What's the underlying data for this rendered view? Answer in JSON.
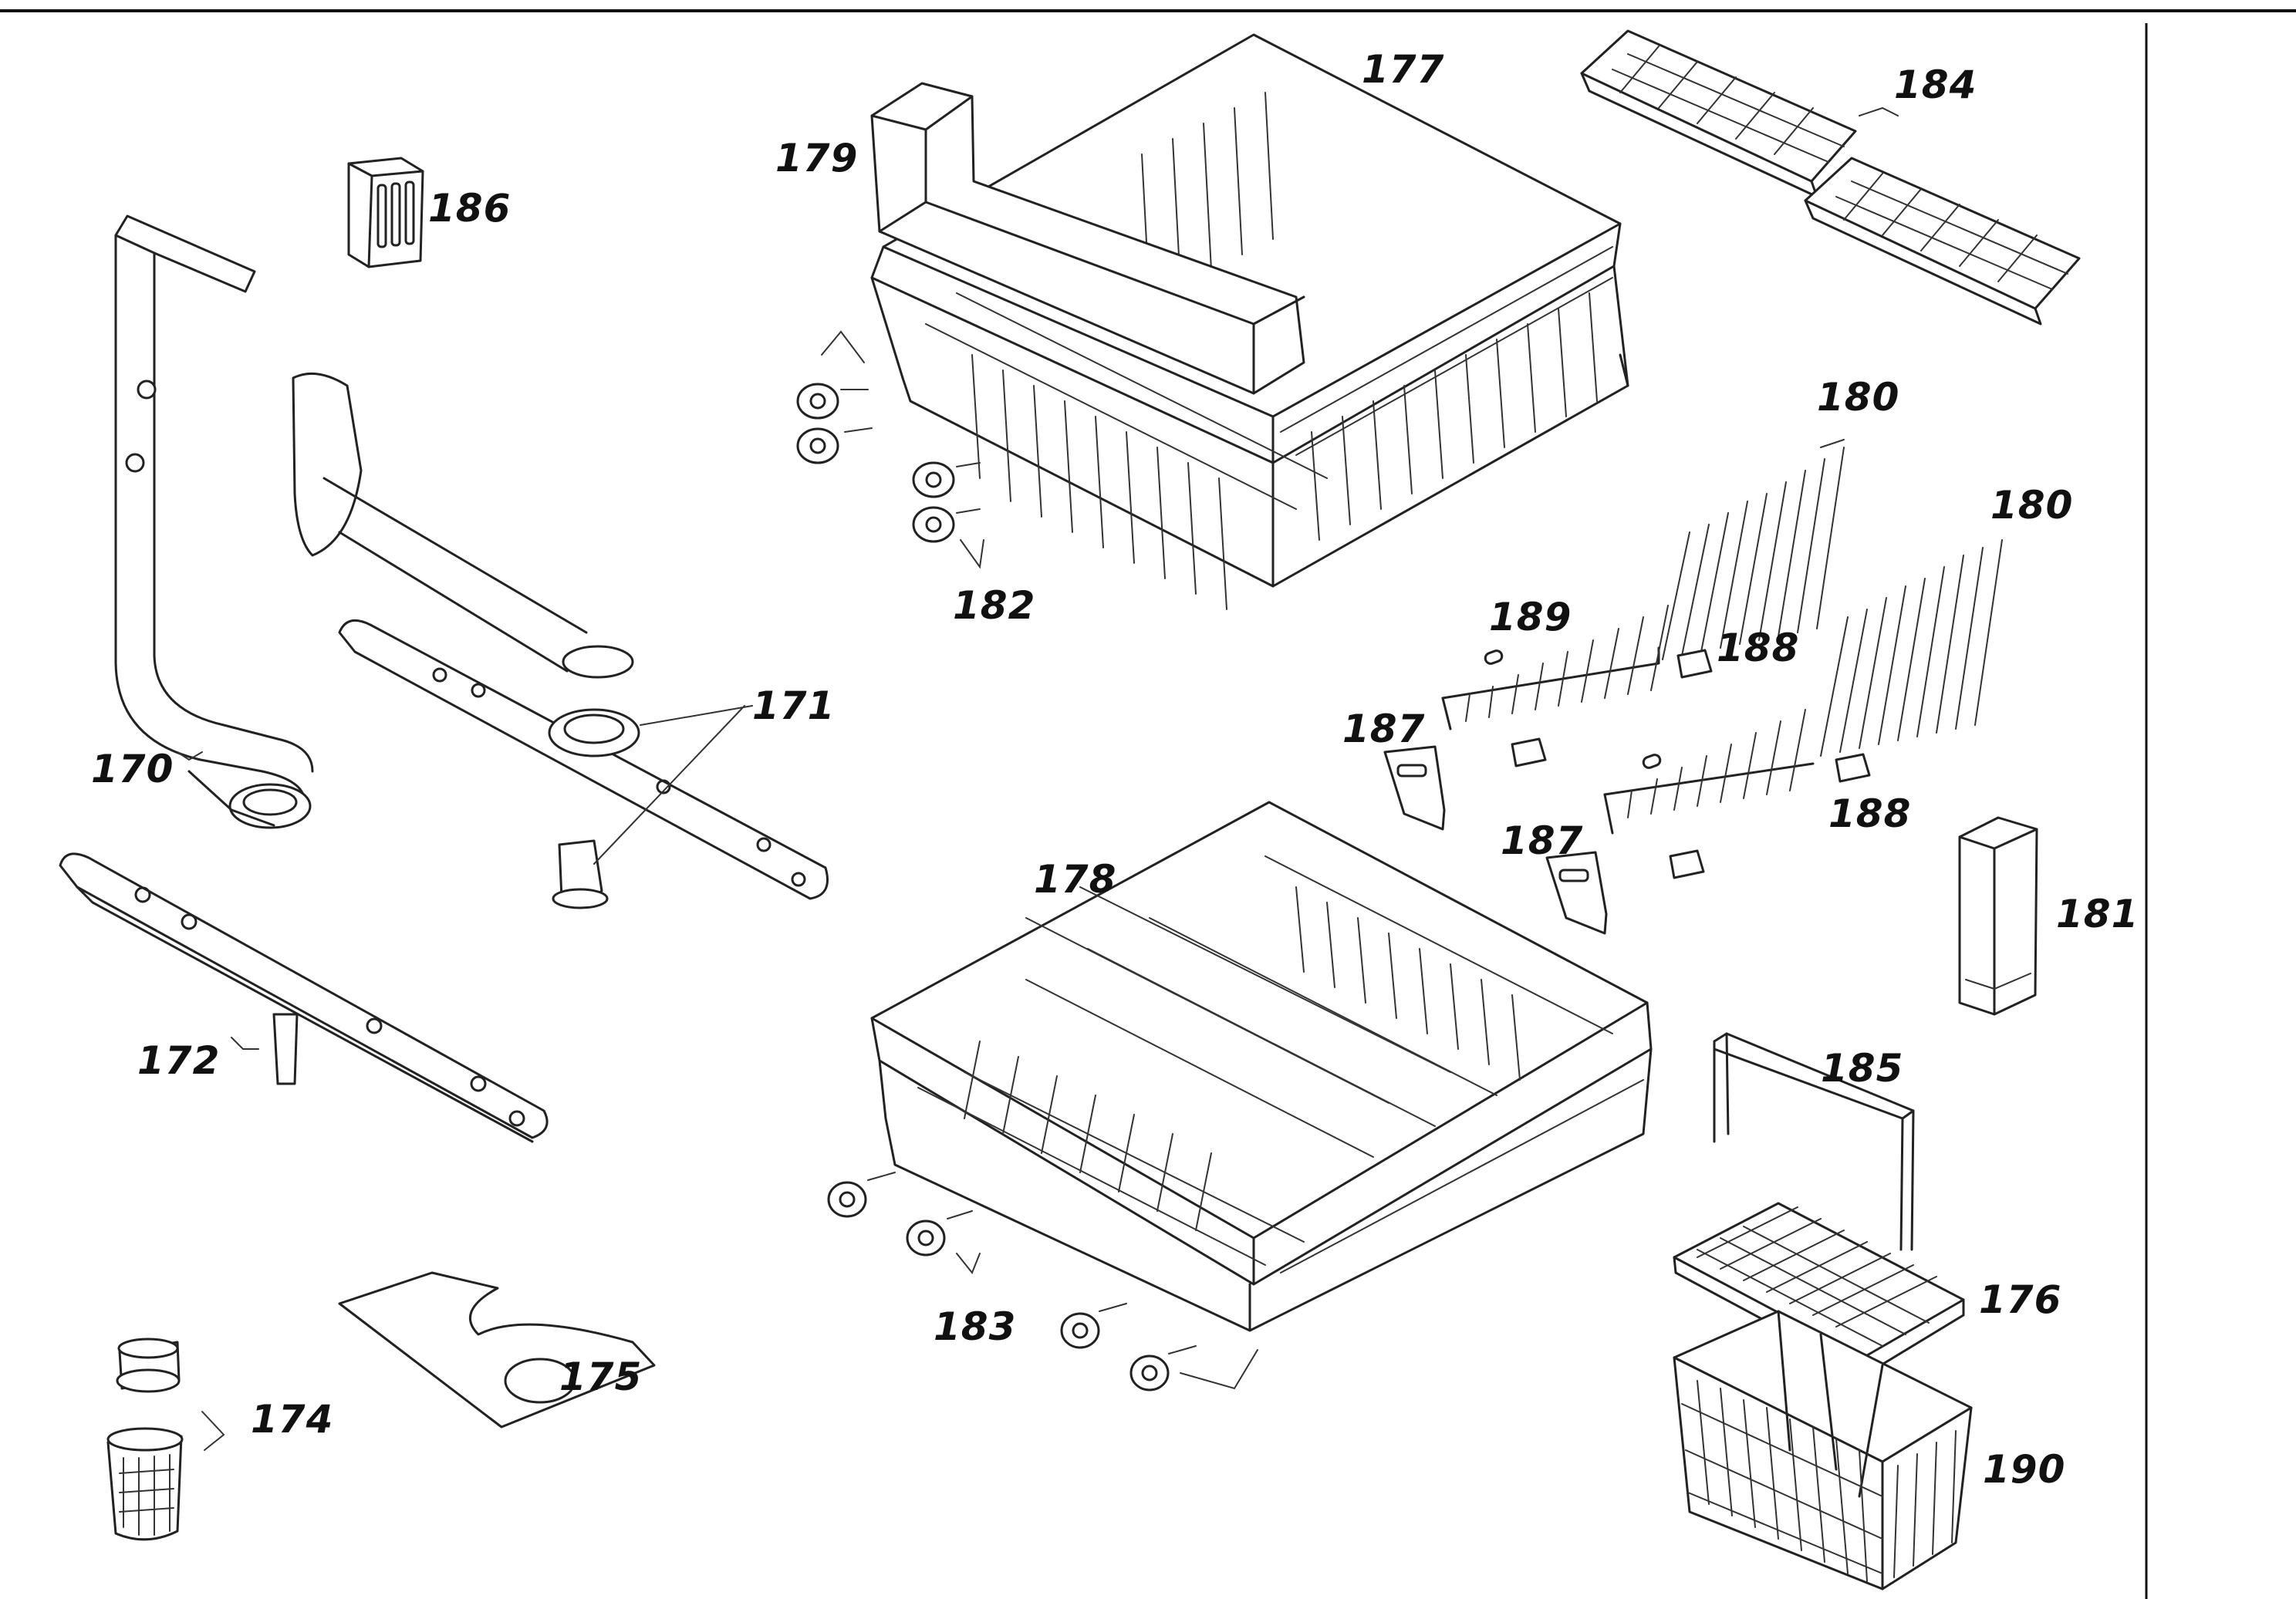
{
  "diagram": {
    "parts": [
      {
        "id": "p170",
        "number": "170"
      },
      {
        "id": "p171",
        "number": "171"
      },
      {
        "id": "p172",
        "number": "172"
      },
      {
        "id": "p174",
        "number": "174"
      },
      {
        "id": "p175",
        "number": "175"
      },
      {
        "id": "p176",
        "number": "176"
      },
      {
        "id": "p177",
        "number": "177"
      },
      {
        "id": "p178",
        "number": "178"
      },
      {
        "id": "p179",
        "number": "179"
      },
      {
        "id": "p180a",
        "number": "180"
      },
      {
        "id": "p180b",
        "number": "180"
      },
      {
        "id": "p181",
        "number": "181"
      },
      {
        "id": "p182",
        "number": "182"
      },
      {
        "id": "p183",
        "number": "183"
      },
      {
        "id": "p184",
        "number": "184"
      },
      {
        "id": "p185",
        "number": "185"
      },
      {
        "id": "p186",
        "number": "186"
      },
      {
        "id": "p187a",
        "number": "187"
      },
      {
        "id": "p187b",
        "number": "187"
      },
      {
        "id": "p188a",
        "number": "188"
      },
      {
        "id": "p188b",
        "number": "188"
      },
      {
        "id": "p189",
        "number": "189"
      },
      {
        "id": "p190",
        "number": "190"
      }
    ]
  }
}
